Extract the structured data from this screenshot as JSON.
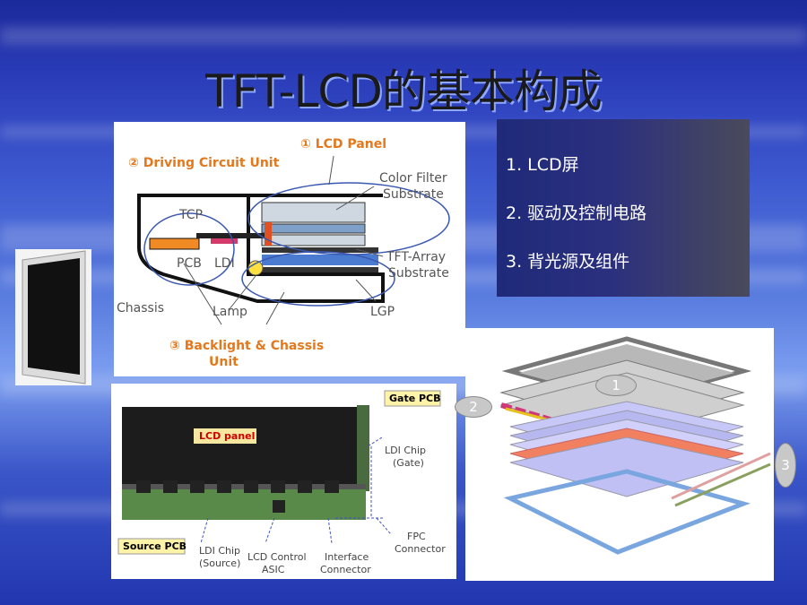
{
  "slide": {
    "title": "TFT-LCD的基本构成",
    "list": [
      "1.  LCD屏",
      "2. 驱动及控制电路",
      "3. 背光源及组件"
    ]
  },
  "diagram_top": {
    "lcd_panel": "① LCD Panel",
    "driving_unit": "② Driving Circuit Unit",
    "color_filter_1": "Color Filter",
    "color_filter_2": "Substrate",
    "tcp": "TCP",
    "pcb": "PCB",
    "ldi": "LDI",
    "tft_array_1": "TFT-Array",
    "tft_array_2": "Substrate",
    "chassis": "Chassis",
    "lamp": "Lamp",
    "lgp": "LGP",
    "backlight_1": "③ Backlight & Chassis",
    "backlight_2": "Unit"
  },
  "diagram_bottom": {
    "lcd_panel": "LCD panel",
    "gate_pcb": "Gate PCB",
    "ldi_gate_1": "LDI Chip",
    "ldi_gate_2": "(Gate)",
    "source_pcb": "Source PCB",
    "ldi_source_1": "LDI Chip",
    "ldi_source_2": "(Source)",
    "asic_1": "LCD Control",
    "asic_2": "ASIC",
    "iface_1": "Interface",
    "iface_2": "Connector",
    "fpc_1": "FPC",
    "fpc_2": "Connector"
  },
  "exploded": {
    "n1": "1",
    "n2": "2",
    "n3": "3"
  }
}
